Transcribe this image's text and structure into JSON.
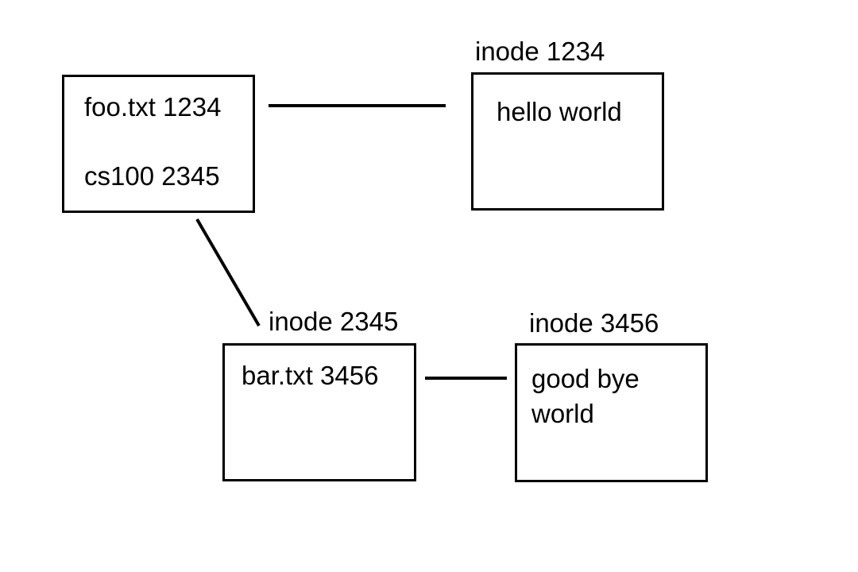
{
  "root_directory": {
    "entries": [
      "foo.txt 1234",
      "cs100 2345"
    ]
  },
  "inodes": {
    "i1234": {
      "label": "inode 1234",
      "content": "hello world"
    },
    "i2345": {
      "label": "inode 2345",
      "entry": "bar.txt 3456"
    },
    "i3456": {
      "label": "inode 3456",
      "content_lines": [
        "good bye",
        "world"
      ]
    }
  },
  "colors": {
    "stroke": "#000000",
    "background": "#ffffff"
  }
}
